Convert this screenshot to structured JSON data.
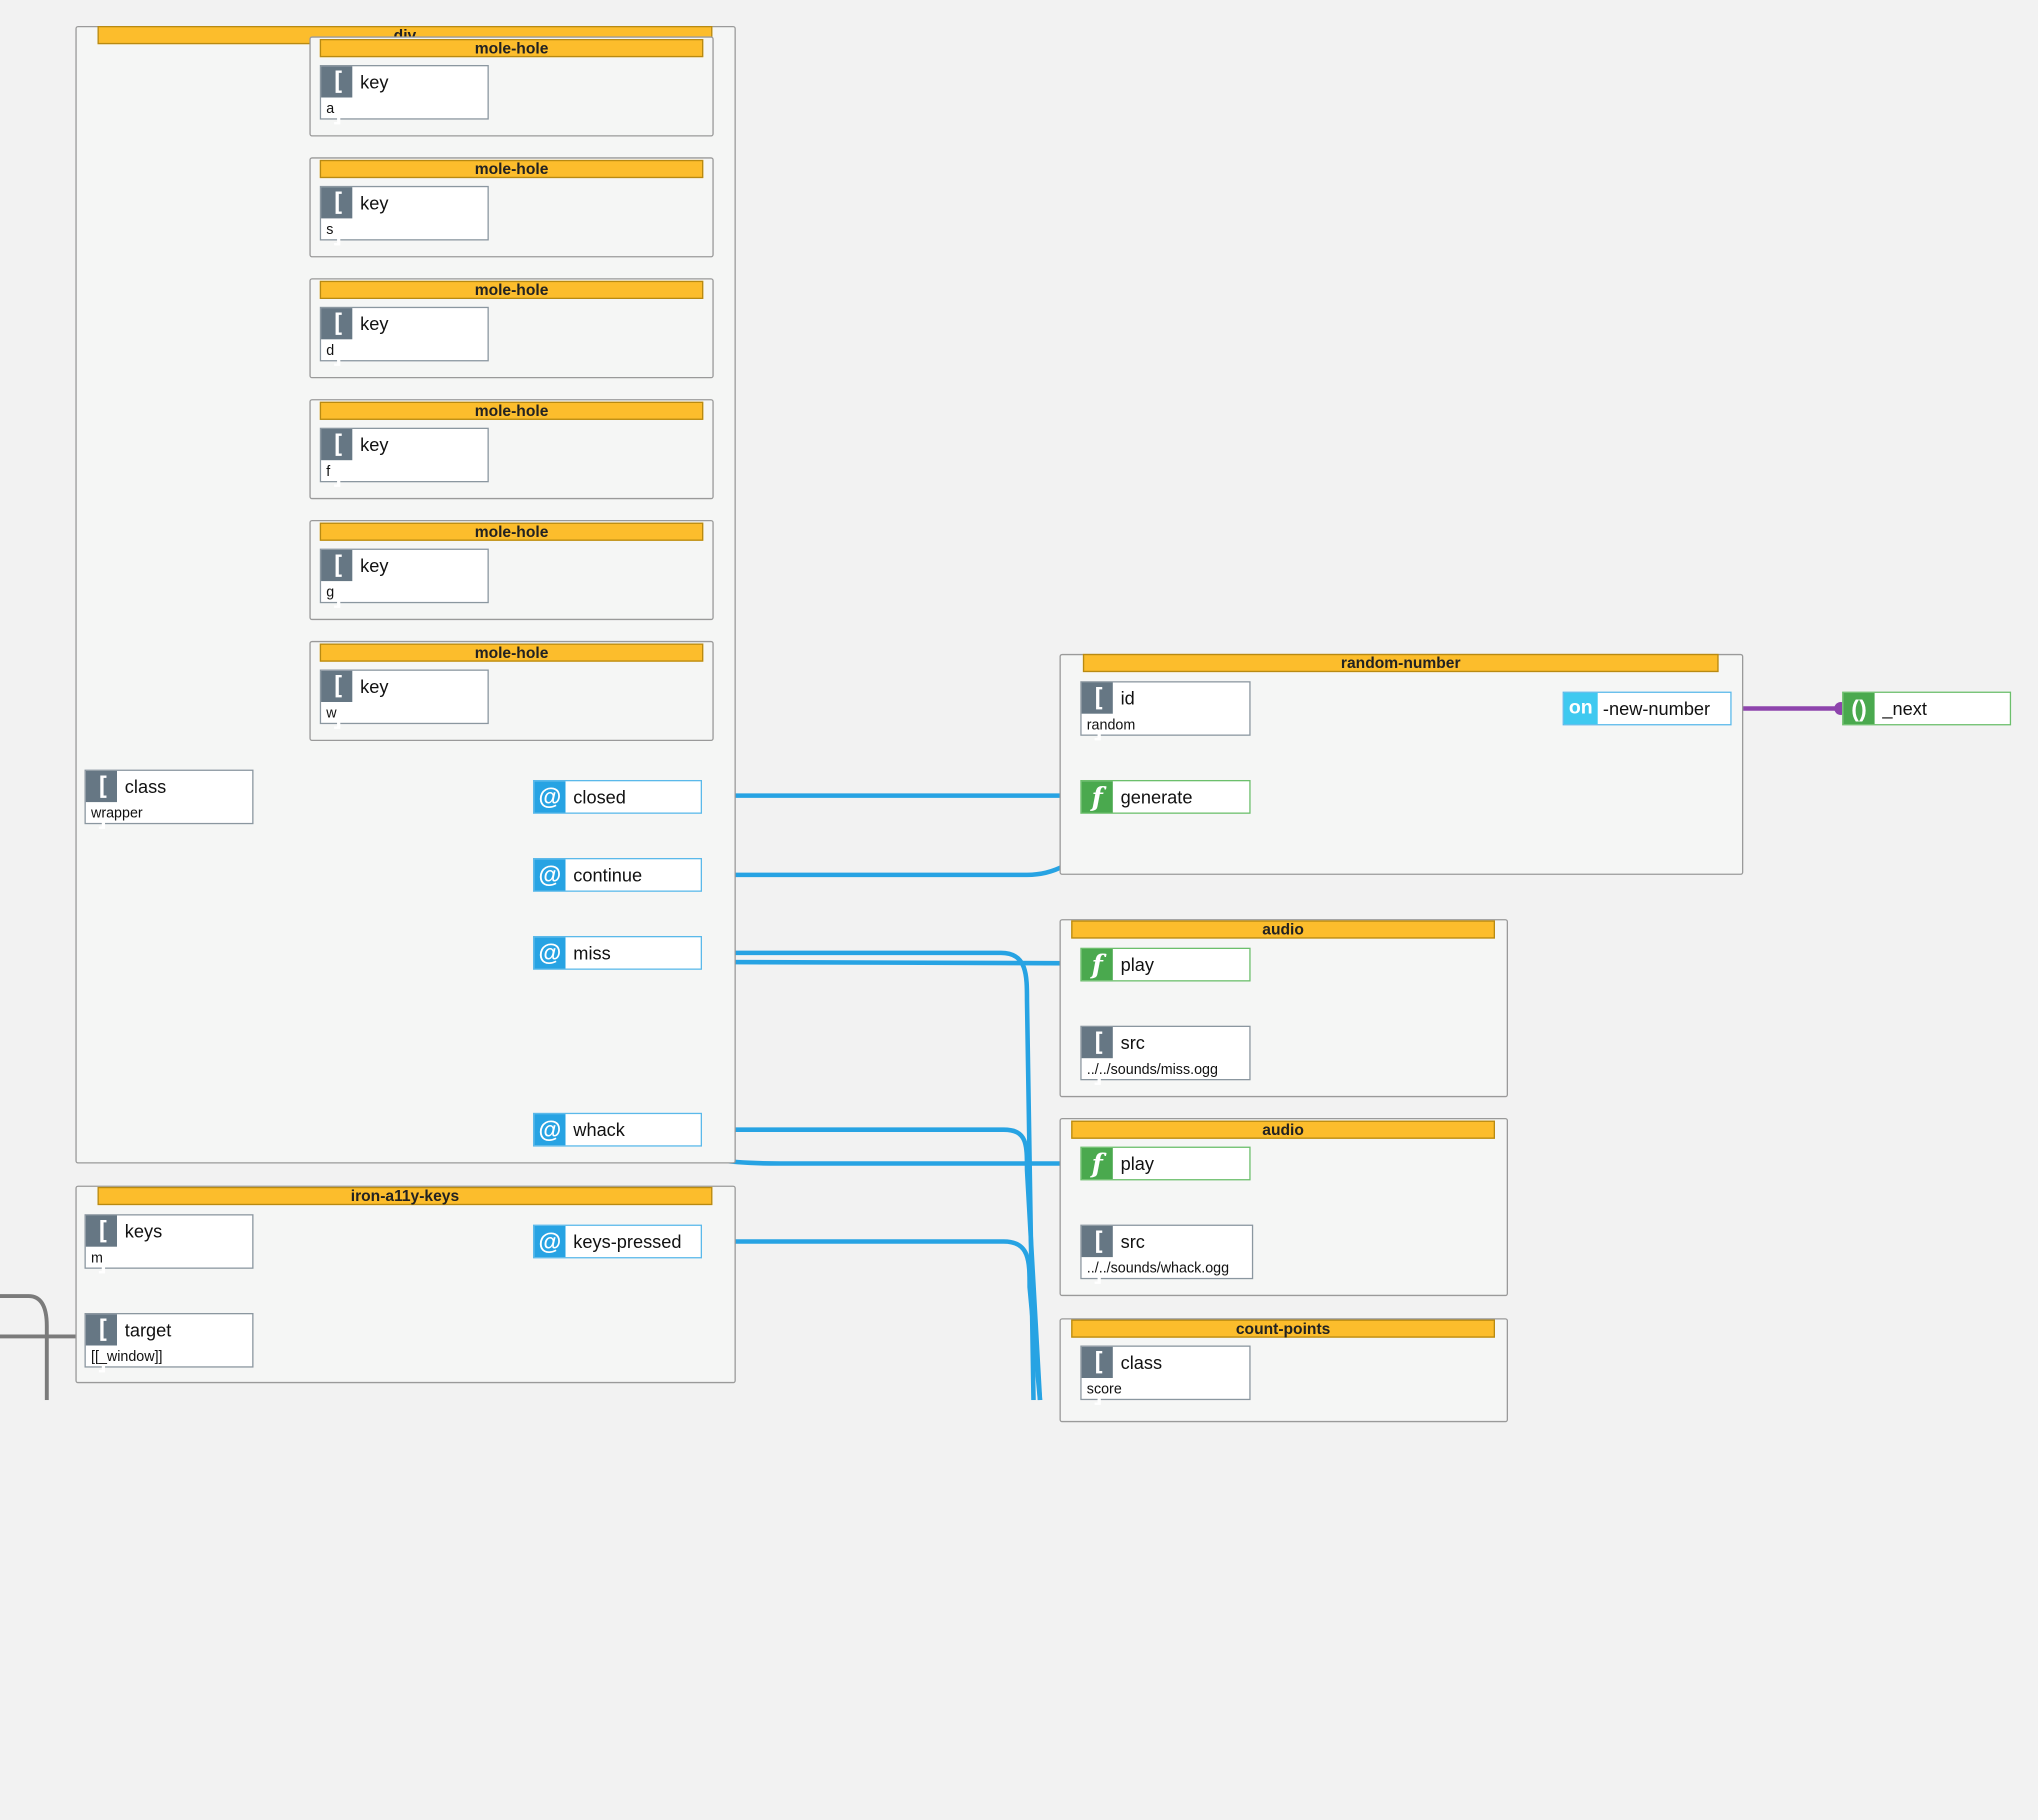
{
  "groups": {
    "div": {
      "title": "div",
      "class_label": "class",
      "class_value": "wrapper"
    },
    "mole_holes": [
      {
        "title": "mole-hole",
        "prop": "key",
        "value": "a"
      },
      {
        "title": "mole-hole",
        "prop": "key",
        "value": "s"
      },
      {
        "title": "mole-hole",
        "prop": "key",
        "value": "d"
      },
      {
        "title": "mole-hole",
        "prop": "key",
        "value": "f"
      },
      {
        "title": "mole-hole",
        "prop": "key",
        "value": "g"
      },
      {
        "title": "mole-hole",
        "prop": "key",
        "value": "w"
      }
    ],
    "events": {
      "closed": "closed",
      "continue": "continue",
      "miss": "miss",
      "whack": "whack"
    },
    "iron": {
      "title": "iron-a11y-keys",
      "keys_label": "keys",
      "keys_value": "m",
      "target_label": "target",
      "target_value": "[[_window]]",
      "event": "keys-pressed"
    },
    "random": {
      "title": "random-number",
      "id_label": "id",
      "id_value": "random",
      "event": "-new-number",
      "method": "generate"
    },
    "next": {
      "label": "_next"
    },
    "audio_miss": {
      "title": "audio",
      "method": "play",
      "src_label": "src",
      "src_value": "../../sounds/miss.ogg"
    },
    "audio_whack": {
      "title": "audio",
      "method": "play",
      "src_label": "src",
      "src_value": "../../sounds/whack.ogg"
    },
    "count_points": {
      "title": "count-points",
      "class_label": "class",
      "class_value": "score"
    }
  },
  "icons": {
    "property": "bracket-icon",
    "event": "at-icon",
    "method": "function-icon",
    "listener": "on-icon",
    "call": "parens-icon"
  },
  "colors": {
    "header": "#fcbd2c",
    "wire_event": "#27a3e3",
    "wire_call": "#8e44ad",
    "wire_ref": "#7b7b7b"
  }
}
